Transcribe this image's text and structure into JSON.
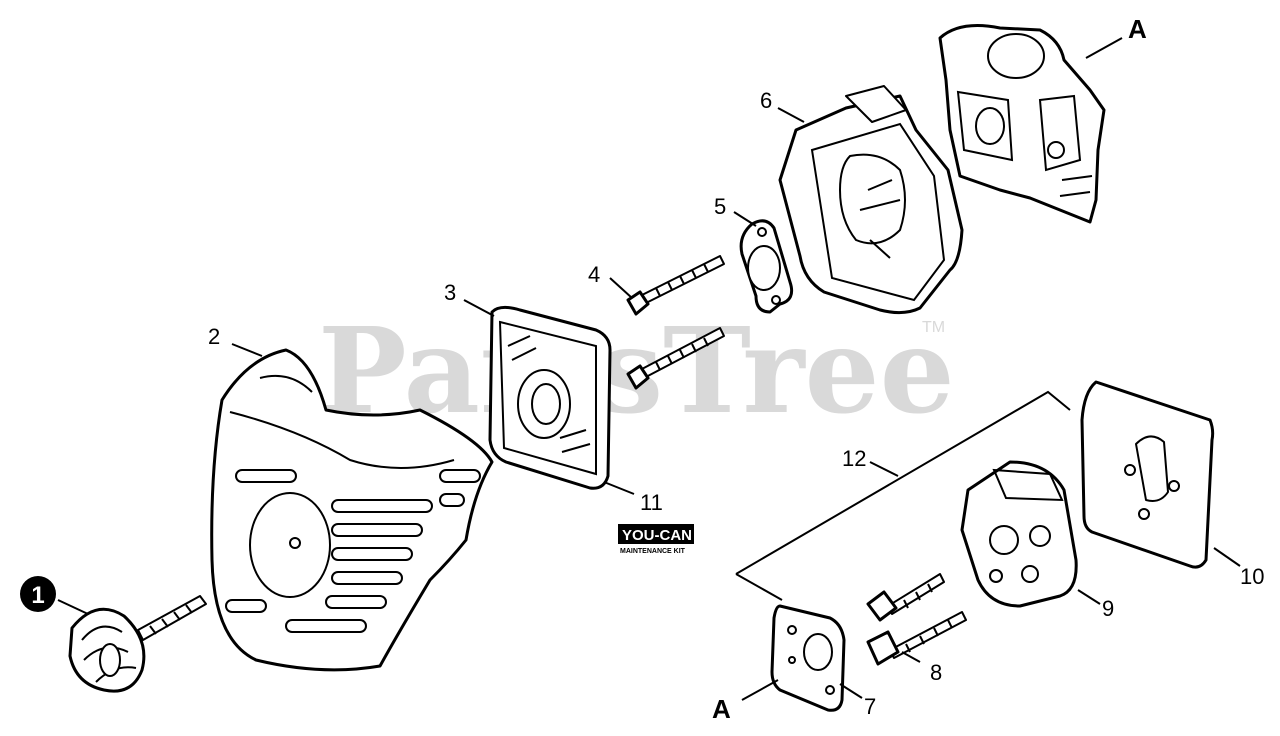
{
  "watermark": {
    "text": "PartsTree",
    "tm": "TM"
  },
  "callouts": {
    "c1": "1",
    "c2": "2",
    "c3": "3",
    "c4": "4",
    "c5": "5",
    "c6": "6",
    "c7": "7",
    "c8": "8",
    "c9": "9",
    "c10": "10",
    "c11": "11",
    "c12": "12",
    "a_top": "A",
    "a_bottom": "A"
  },
  "badge": {
    "line1": "YOU-CAN",
    "line2": "MAINTENANCE KIT"
  }
}
